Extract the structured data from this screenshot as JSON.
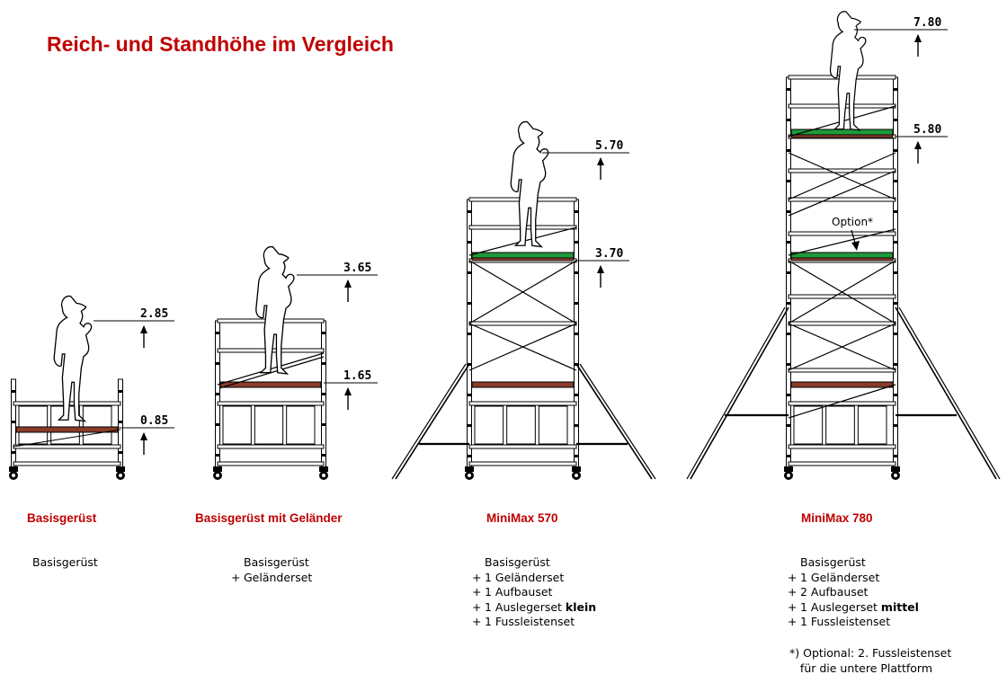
{
  "title": "Reich- und Standhöhe im Vergleich",
  "accent_color": "#c00000",
  "platform_color": "#1f9a3a",
  "option_label": "Option*",
  "configs": [
    {
      "name": "Basisgerüst",
      "reach": "2.85",
      "stand": "0.85",
      "components": [
        {
          "prefix": "",
          "text": "Basisgerüst"
        }
      ]
    },
    {
      "name": "Basisgerüst mit Geländer",
      "reach": "3.65",
      "stand": "1.65",
      "components": [
        {
          "prefix": "",
          "text": "Basisgerüst"
        },
        {
          "prefix": "+",
          "text": "Geländerset"
        }
      ]
    },
    {
      "name": "MiniMax 570",
      "reach": "5.70",
      "stand": "3.70",
      "components": [
        {
          "prefix": "",
          "text": "Basisgerüst"
        },
        {
          "prefix": "+",
          "text": "1 Geländerset"
        },
        {
          "prefix": "+",
          "text": "1 Aufbauset"
        },
        {
          "prefix": "+",
          "text": "1 Auslegerset ",
          "bold": "klein"
        },
        {
          "prefix": "+",
          "text": "1 Fussleistenset"
        }
      ]
    },
    {
      "name": "MiniMax 780",
      "reach": "7.80",
      "stand": "5.80",
      "components": [
        {
          "prefix": "",
          "text": "Basisgerüst"
        },
        {
          "prefix": "+",
          "text": "1 Geländerset"
        },
        {
          "prefix": "+",
          "text": "2 Aufbauset"
        },
        {
          "prefix": "+",
          "text": "1 Auslegerset ",
          "bold": "mittel"
        },
        {
          "prefix": "+",
          "text": "1 Fussleistenset"
        }
      ]
    }
  ],
  "footnote": {
    "line1": "*) Optional: 2. Fussleistenset",
    "line2": "   für die untere Plattform"
  }
}
